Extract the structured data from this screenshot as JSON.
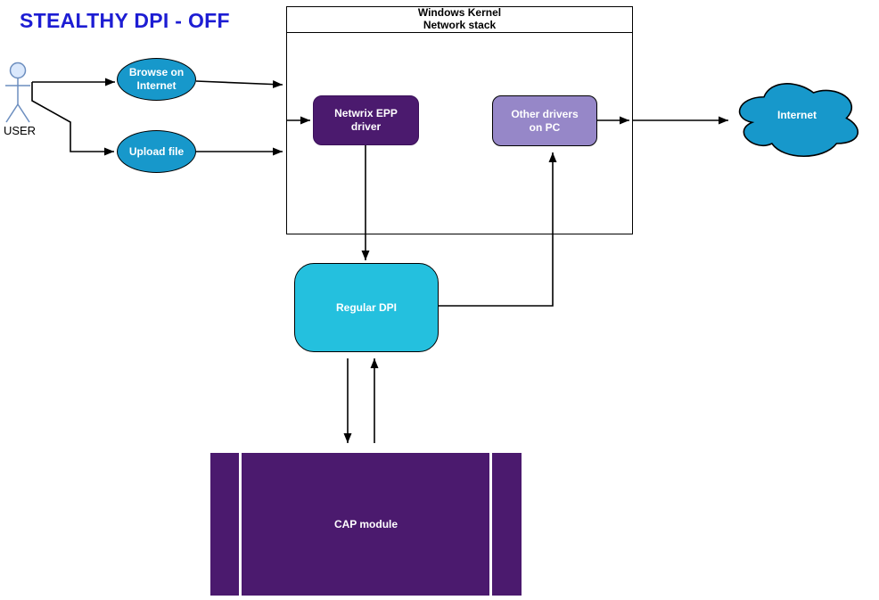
{
  "title": {
    "label": "STEALTHY DPI - OFF",
    "color": "#1d1dd3"
  },
  "actor": {
    "label": "USER",
    "head_fill": "#dae8fc",
    "stroke": "#6c8ebf"
  },
  "kernel_box": {
    "title_line1": "Windows Kernel",
    "title_line2": "Network stack"
  },
  "nodes": {
    "browse": {
      "label": "Browse on Internet",
      "fill": "#1798cb",
      "shape": "ellipse"
    },
    "upload": {
      "label": "Upload file",
      "fill": "#1798cb",
      "shape": "ellipse"
    },
    "netwrix": {
      "label": "Netwrix EPP driver",
      "fill": "#4b1a6e",
      "shape": "rounded-rect"
    },
    "other_drivers": {
      "label": "Other drivers on PC",
      "fill": "#9687c8",
      "shape": "rounded-rect"
    },
    "internet": {
      "label": "Internet",
      "fill": "#1798cb",
      "shape": "cloud"
    },
    "regular_dpi": {
      "label": "Regular DPI",
      "fill": "#24c0de",
      "shape": "rounded-rect"
    },
    "cap_module": {
      "label": "CAP module",
      "fill": "#4b1a6e",
      "shape": "predefined-process"
    }
  },
  "edges": {
    "color": "#000000"
  }
}
